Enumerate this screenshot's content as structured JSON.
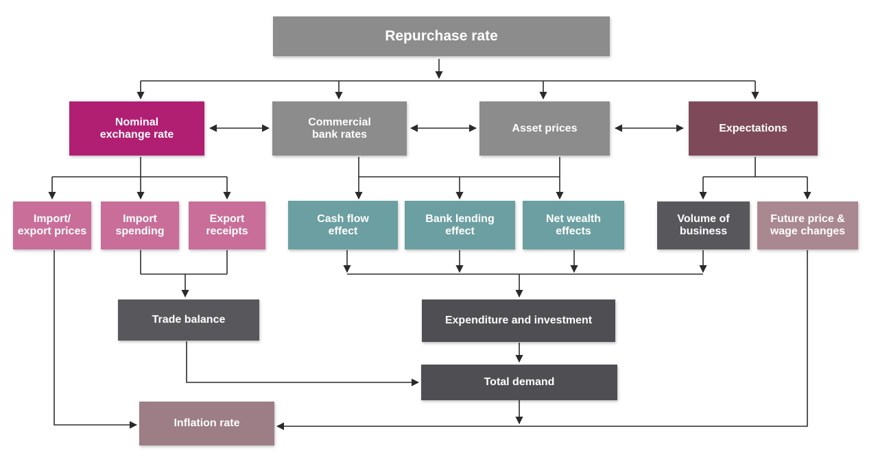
{
  "colors": {
    "gray": "#8c8c8c",
    "magenta": "#b01f72",
    "maroon": "#7e4a5a",
    "pink": "#c86e98",
    "teal": "#6c9fa1",
    "charcoal": "#4f4f53",
    "dusty_rose": "#a98891",
    "mauve": "#9d7d86",
    "arrow": "#2a2a2a"
  },
  "nodes": {
    "repurchase_rate": "Repurchase rate",
    "nominal_exchange_rate": "Nominal\nexchange rate",
    "commercial_bank_rates": "Commercial\nbank rates",
    "asset_prices": "Asset prices",
    "expectations": "Expectations",
    "import_export_prices": "Import/\nexport prices",
    "import_spending": "Import\nspending",
    "export_receipts": "Export\nreceipts",
    "cash_flow_effect": "Cash flow\neffect",
    "bank_lending_effect": "Bank lending\neffect",
    "net_wealth_effects": "Net wealth\neffects",
    "volume_of_business": "Volume of\nbusiness",
    "future_price_wage_changes": "Future price &\nwage changes",
    "trade_balance": "Trade balance",
    "expenditure_and_investment": "Expenditure and investment",
    "total_demand": "Total demand",
    "inflation_rate": "Inflation rate"
  }
}
